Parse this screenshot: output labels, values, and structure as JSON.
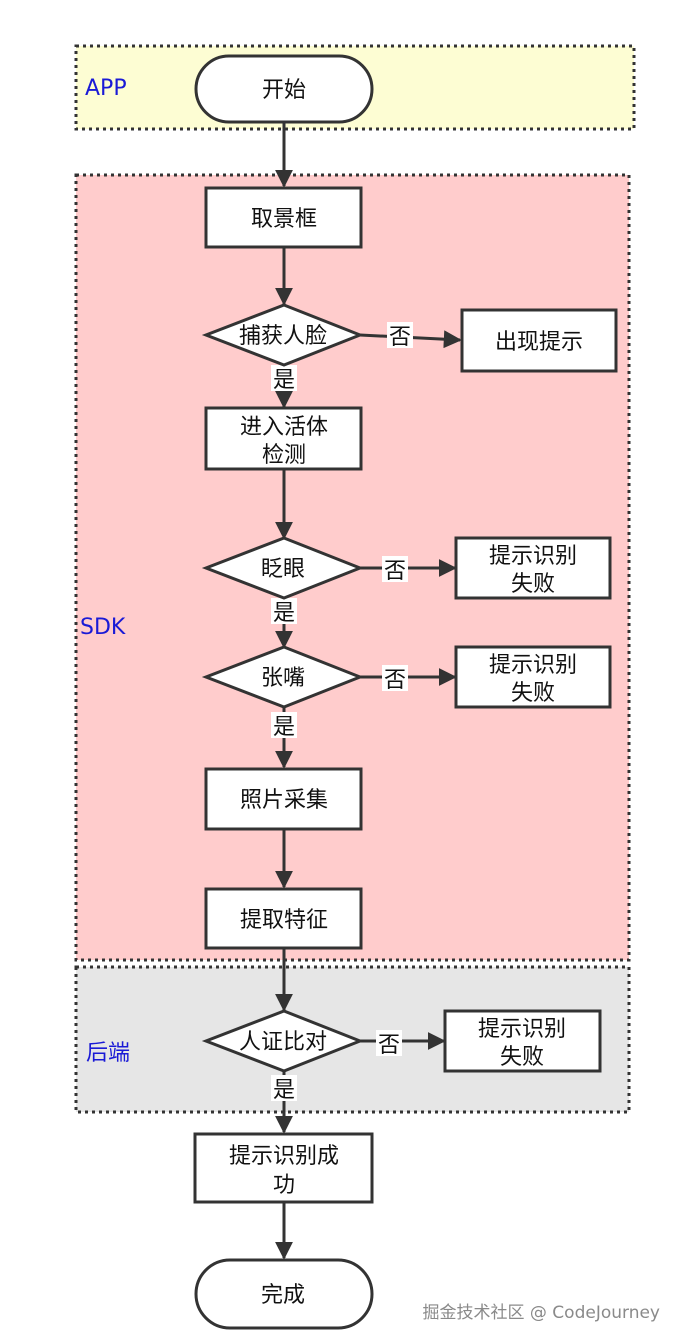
{
  "lanes": {
    "app": {
      "label": "APP",
      "fill": "#fdfdd3"
    },
    "sdk": {
      "label": "SDK",
      "fill": "#ffcccc"
    },
    "backend": {
      "label": "后端",
      "fill": "#e6e6e6"
    }
  },
  "nodes": {
    "start": {
      "text": "开始"
    },
    "frame": {
      "text": "取景框"
    },
    "capture": {
      "text": "捕获人脸"
    },
    "hint": {
      "text": "出现提示"
    },
    "liveness": {
      "line1": "进入活体",
      "line2": "检测"
    },
    "blink": {
      "text": "眨眼"
    },
    "fail1": {
      "line1": "提示识别",
      "line2": "失败"
    },
    "mouth": {
      "text": "张嘴"
    },
    "fail2": {
      "line1": "提示识别",
      "line2": "失败"
    },
    "photo": {
      "text": "照片采集"
    },
    "extract": {
      "text": "提取特征"
    },
    "compare": {
      "text": "人证比对"
    },
    "fail3": {
      "line1": "提示识别",
      "line2": "失败"
    },
    "success": {
      "line1": "提示识别成",
      "line2": "功"
    },
    "done": {
      "text": "完成"
    }
  },
  "edges": {
    "yes": "是",
    "no": "否"
  },
  "watermark": "掘金技术社区 @ CodeJourney"
}
